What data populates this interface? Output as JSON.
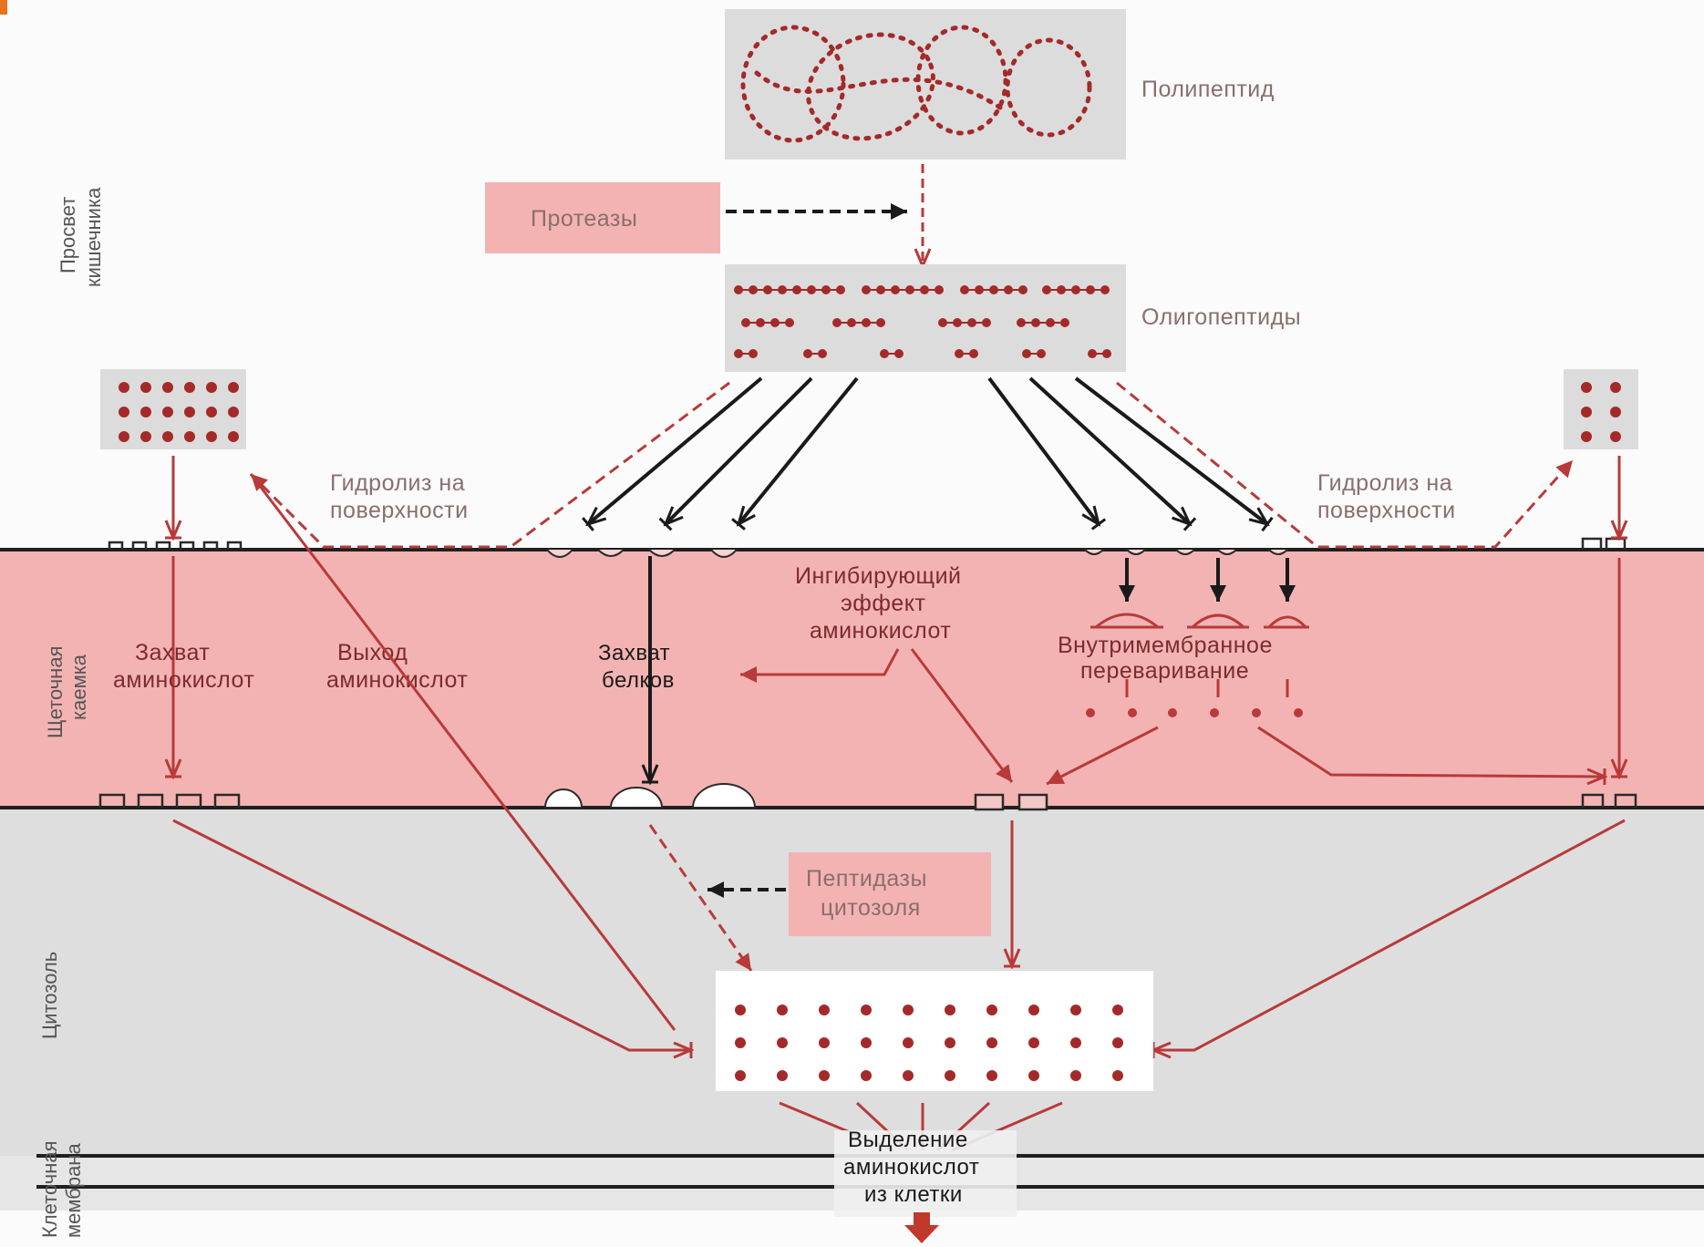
{
  "labels": {
    "polypeptide": "Полипептид",
    "proteases": "Протеазы",
    "oligopeptides": "Олигопептиды",
    "surface_hydrolysis_left_1": "Гидролиз на",
    "surface_hydrolysis_left_2": "поверхности",
    "surface_hydrolysis_right_1": "Гидролиз на",
    "surface_hydrolysis_right_2": "поверхности",
    "inhibitory_1": "Ингибирующий",
    "inhibitory_2": "эффект",
    "inhibitory_3": "аминокислот",
    "intramembrane_1": "Внутримембранное",
    "intramembrane_2": "переваривание",
    "aa_uptake_1": "Захват",
    "aa_uptake_2": "аминокислот",
    "aa_exit_1": "Выход",
    "aa_exit_2": "аминокислот",
    "protein_uptake_1": "Захват",
    "protein_uptake_2": "белков",
    "cytosol_peptidases_1": "Пептидазы",
    "cytosol_peptidases_2": "цитозоля",
    "aa_release_1": "Выделение",
    "aa_release_2": "аминокислот",
    "aa_release_3": "из клетки"
  },
  "side_labels": {
    "lumen_1": "Просвет",
    "lumen_2": "кишечника",
    "brush_1": "Щеточная",
    "brush_2": "каемка",
    "cytosol": "Цитозоль",
    "cell_membrane_1": "Клеточная",
    "cell_membrane_2": "мембрана"
  },
  "colors": {
    "pink_band": "#f4b3b3",
    "grey_band": "#dedede",
    "dot_red": "#a42a2a",
    "arrow_dark": "#1a1a1a",
    "arrow_red": "#b83a3a"
  }
}
